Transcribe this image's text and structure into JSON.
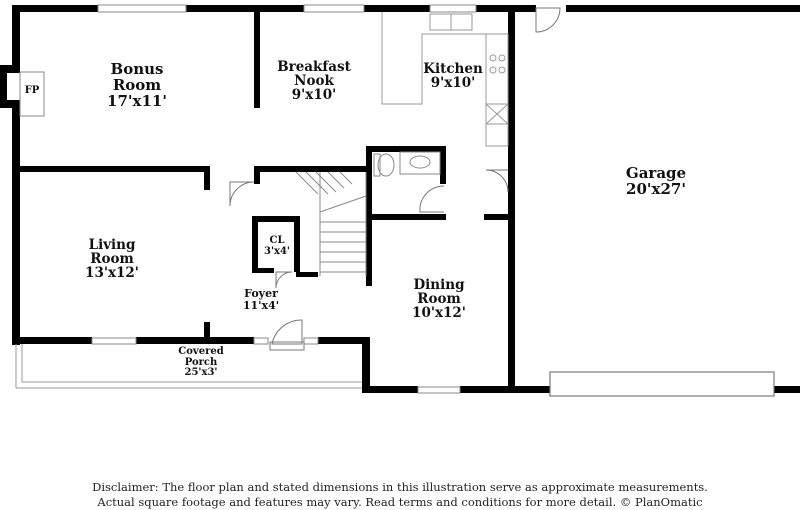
{
  "rooms": {
    "bonus": {
      "name_line1": "Bonus",
      "name_line2": "Room",
      "dims": "17'x11'"
    },
    "breakfast": {
      "name_line1": "Breakfast",
      "name_line2": "Nook",
      "dims": "9'x10'"
    },
    "kitchen": {
      "name": "Kitchen",
      "dims": "9'x10'"
    },
    "garage": {
      "name": "Garage",
      "dims": "20'x27'"
    },
    "living": {
      "name_line1": "Living",
      "name_line2": "Room",
      "dims": "13'x12'"
    },
    "closet": {
      "name": "CL",
      "dims": "3'x4'"
    },
    "foyer": {
      "name": "Foyer",
      "dims": "11'x4'"
    },
    "dining": {
      "name_line1": "Dining",
      "name_line2": "Room",
      "dims": "10'x12'"
    },
    "porch": {
      "name_line1": "Covered",
      "name_line2": "Porch",
      "dims": "25'x3'"
    },
    "fireplace": {
      "name": "FP"
    }
  },
  "disclaimer": {
    "line1": "Disclaimer: The floor plan and stated dimensions in this illustration serve as approximate measurements.",
    "line2": "Actual square footage and features may vary. Read terms and conditions for more detail. © PlanOmatic"
  },
  "colors": {
    "wall": "#000000",
    "fixture": "#888888",
    "background": "#ffffff"
  }
}
